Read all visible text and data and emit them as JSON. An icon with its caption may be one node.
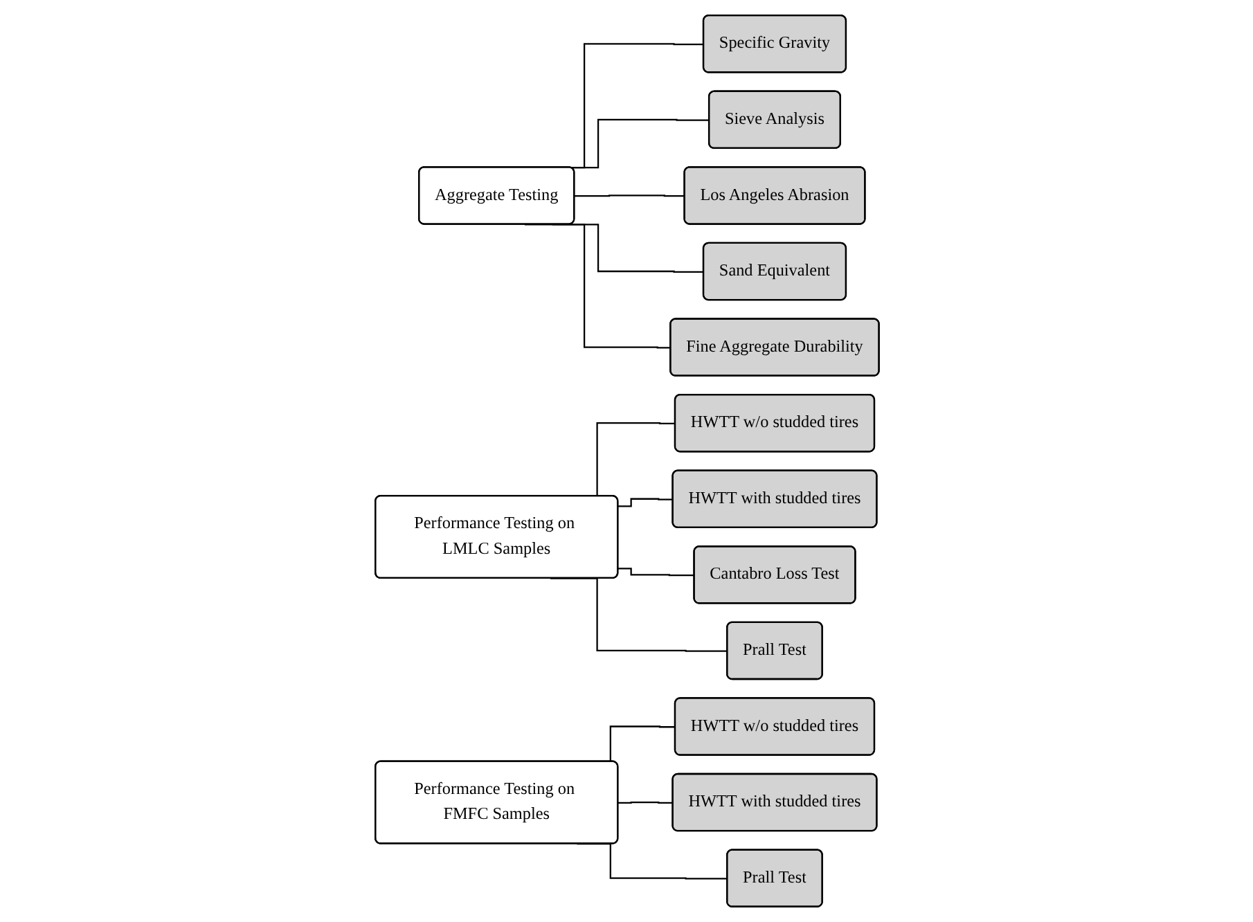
{
  "diagram": {
    "nodes": [
      {
        "text": [
          "Aggregate Testing"
        ]
      },
      {
        "text": [
          "Specific Gravity"
        ]
      },
      {
        "text": [
          "Sieve Analysis"
        ]
      },
      {
        "text": [
          "Los Angeles Abrasion"
        ]
      },
      {
        "text": [
          "Sand Equivalent"
        ]
      },
      {
        "text": [
          "Fine Aggregate Durability"
        ]
      },
      {
        "text": [
          "Performance Testing on LMLC Samples"
        ]
      },
      {
        "text": [
          "HWTT w/o studded tires"
        ]
      },
      {
        "text": [
          "HWTT with studded tires"
        ]
      },
      {
        "text": [
          "Cantabro Loss Test"
        ]
      },
      {
        "text": [
          "Prall Test"
        ]
      },
      {
        "text": [
          "Performance Testing on FMFC Samples"
        ]
      },
      {
        "text": [
          "HWTT w/o studded tires"
        ]
      },
      {
        "text": [
          "HWTT with studded tires"
        ]
      },
      {
        "text": [
          "Prall Test"
        ]
      }
    ],
    "edges": [
      {
        "from": 0,
        "to": 1,
        "arrow": "none"
      },
      {
        "from": 0,
        "to": 2,
        "arrow": "none"
      },
      {
        "from": 0,
        "to": 3,
        "arrow": "none"
      },
      {
        "from": 0,
        "to": 4,
        "arrow": "none"
      },
      {
        "from": 0,
        "to": 5,
        "arrow": "none"
      },
      {
        "from": 6,
        "to": 7,
        "arrow": "none"
      },
      {
        "from": 6,
        "to": 8,
        "arrow": "none"
      },
      {
        "from": 6,
        "to": 9,
        "arrow": "none"
      },
      {
        "from": 6,
        "to": 10,
        "arrow": "none"
      },
      {
        "from": 11,
        "to": 12,
        "arrow": "none"
      },
      {
        "from": 11,
        "to": 13,
        "arrow": "none"
      },
      {
        "from": 11,
        "to": 14,
        "arrow": "none"
      }
    ]
  }
}
